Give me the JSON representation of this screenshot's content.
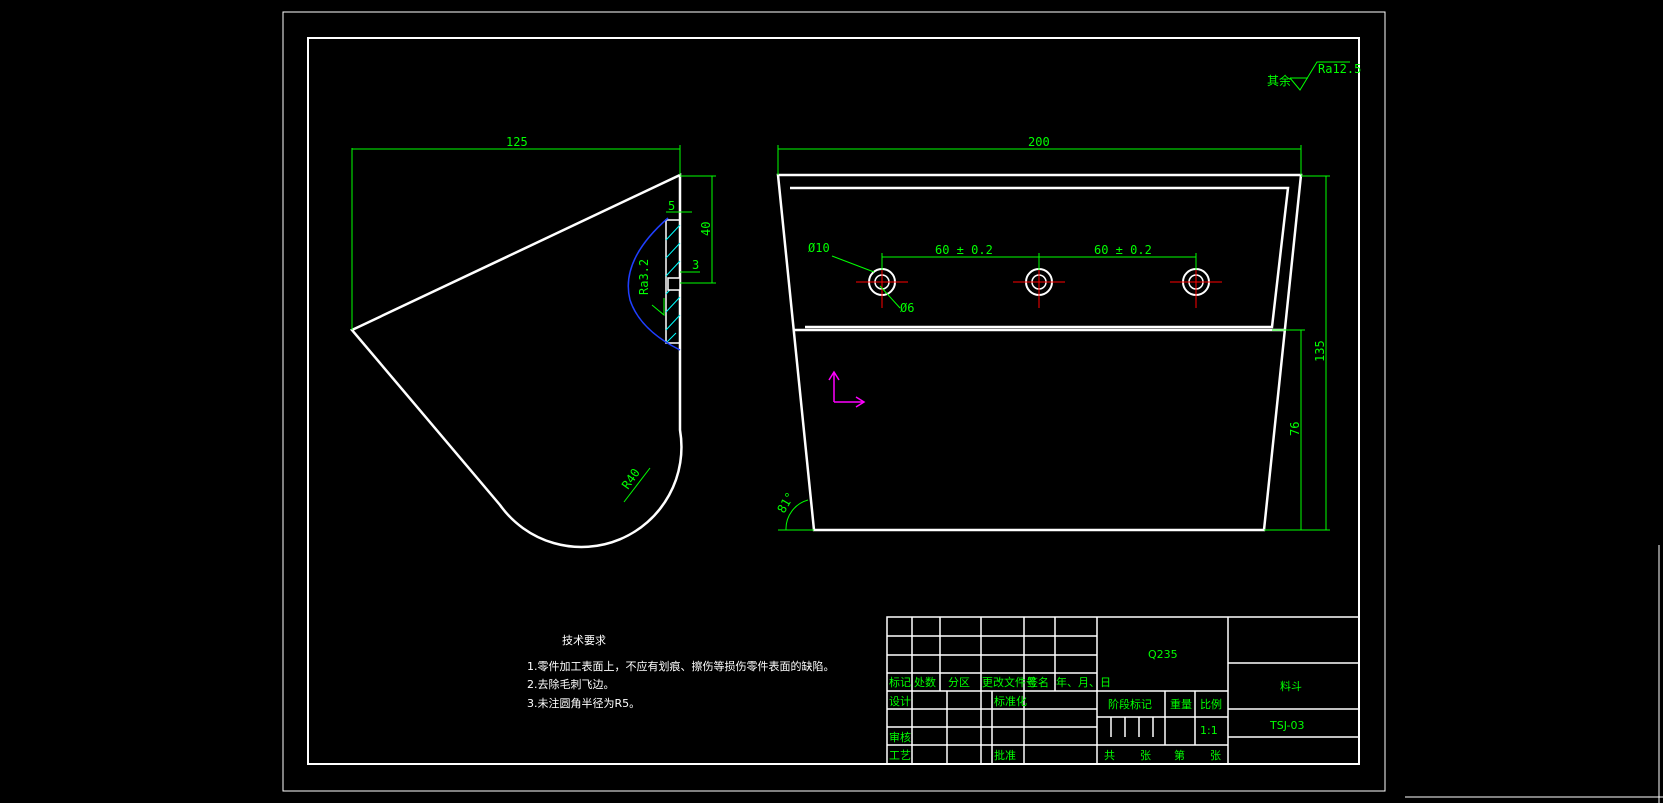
{
  "colors": {
    "background": "#000000",
    "outline": "#ffffff",
    "dimension": "#00ff00",
    "centerline": "#ff0000",
    "hatch": "#00ffff",
    "section_curve": "#1f3fff",
    "ucs_icon": "#ff00ff"
  },
  "surface_note": {
    "label": "其余",
    "roughness": "Ra12.5"
  },
  "side_view": {
    "width_dim": "125",
    "dim_5": "5",
    "dim_40": "40",
    "dim_3": "3",
    "roughness": "Ra3.2",
    "radius": "R40"
  },
  "front_view": {
    "width_dim": "200",
    "hole_large": "Ø10",
    "hole_small": "Ø6",
    "spacing_1": "60 ± 0.2",
    "spacing_2": "60 ± 0.2",
    "height_total": "135",
    "height_lower": "76",
    "angle": "81°"
  },
  "tech_req": {
    "title": "技术要求",
    "items": [
      "1.零件加工表面上，不应有划痕、擦伤等损伤零件表面的缺陷。",
      "2.去除毛刺飞边。",
      "3.未注圆角半径为R5。"
    ]
  },
  "title_block": {
    "material": "Q235",
    "part_name": "料斗",
    "drawing_no": "TSJ-03",
    "rev_headers": [
      "标记",
      "处数",
      "分区",
      "更改文件号",
      "签名",
      "年、月、日"
    ],
    "sign_labels": [
      "设计",
      "标准化",
      "审核",
      "工艺",
      "批准"
    ],
    "stage_mark": "阶段标记",
    "weight": "重量",
    "scale": "比例",
    "scale_value": "1:1",
    "sheet_total": "共",
    "sheet_unit": "张",
    "sheet_no": "第",
    "sheet_unit2": "张"
  }
}
